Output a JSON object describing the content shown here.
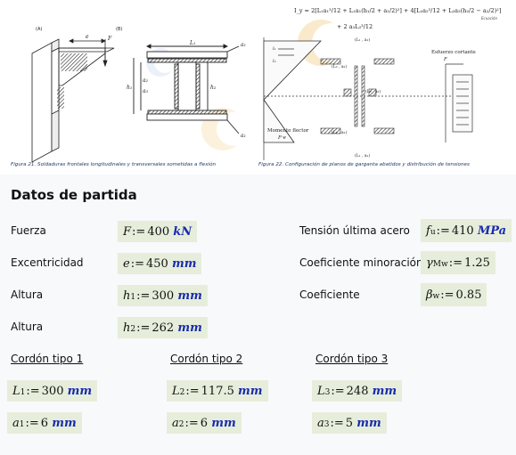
{
  "figures": {
    "fig21": {
      "caption": "Figura 21. Soldaduras frontales longitudinales y transversales sometidas a flexión",
      "panel_a": "(A)",
      "panel_b": "(B)",
      "labels": {
        "e": "e",
        "F": "F",
        "L1": "L₁",
        "a1": "a₁",
        "a2": "a₂",
        "a3": "a₃",
        "h1": "h₁",
        "h2": "h₂",
        "a1b": "a₁"
      }
    },
    "fig22": {
      "caption": "Figura 22. Configuración de planos de garganta abatidos y distribución de tensiones",
      "formula_Iy": "I_y = 2[L₁a₁³/12 + L₁a₁(h₁/2 + a₁/2)²] + 4[L₂a₂³/12 + L₂a₂(h₂/2 − a₂/2)²]",
      "formula_Iy2": "+ 2 a₃L₃³/12",
      "ecuacion": "Ecuación",
      "esfuerzo": "Esfuerzo cortante",
      "esfuerzo_F": "F",
      "momento": "Momento flector",
      "momento_Fe": "F·e",
      "l1": "l₁",
      "l2": "l₂",
      "pair_L1a1": "(L₁ , a₁)",
      "pair_L2a2": "(L₂ , a₂)",
      "pair_L3a3": "(L₃ , a₃)"
    }
  },
  "section_title": "Datos de partida",
  "inputs_left": [
    {
      "label": "Fuerza",
      "sym": "F",
      "sub": "",
      "value": "400",
      "unit": "kN"
    },
    {
      "label": "Excentricidad",
      "sym": "e",
      "sub": "",
      "value": "450",
      "unit": "mm"
    },
    {
      "label": "Altura",
      "sym": "h",
      "sub": "1",
      "value": "300",
      "unit": "mm"
    },
    {
      "label": "Altura",
      "sym": "h",
      "sub": "2",
      "value": "262",
      "unit": "mm"
    }
  ],
  "inputs_right": [
    {
      "label": "Tensión última acero",
      "sym": "f",
      "sub": "u",
      "value": "410",
      "unit": "MPa"
    },
    {
      "label": "Coeficiente minoración",
      "sym": "γ",
      "sub": "Mw",
      "value": "1.25",
      "unit": ""
    },
    {
      "label": "Coeficiente",
      "sym": "β",
      "sub": "w",
      "value": "0.85",
      "unit": ""
    }
  ],
  "cordones": [
    {
      "title": "Cordón tipo 1",
      "L": {
        "sym": "L",
        "sub": "1",
        "value": "300",
        "unit": "mm"
      },
      "a": {
        "sym": "a",
        "sub": "1",
        "value": "6",
        "unit": "mm"
      }
    },
    {
      "title": "Cordón tipo 2",
      "L": {
        "sym": "L",
        "sub": "2",
        "value": "117.5",
        "unit": "mm"
      },
      "a": {
        "sym": "a",
        "sub": "2",
        "value": "6",
        "unit": "mm"
      }
    },
    {
      "title": "Cordón tipo 3",
      "L": {
        "sym": "L",
        "sub": "3",
        "value": "248",
        "unit": "mm"
      },
      "a": {
        "sym": "a",
        "sub": "3",
        "value": "5",
        "unit": "mm"
      }
    }
  ],
  "assign_op": ":=",
  "colors": {
    "input_bg": "#e6eedb",
    "unit_blue": "#1b2bb0",
    "caption_blue": "#1f3864",
    "sheet_bg": "#f7f9fb"
  }
}
